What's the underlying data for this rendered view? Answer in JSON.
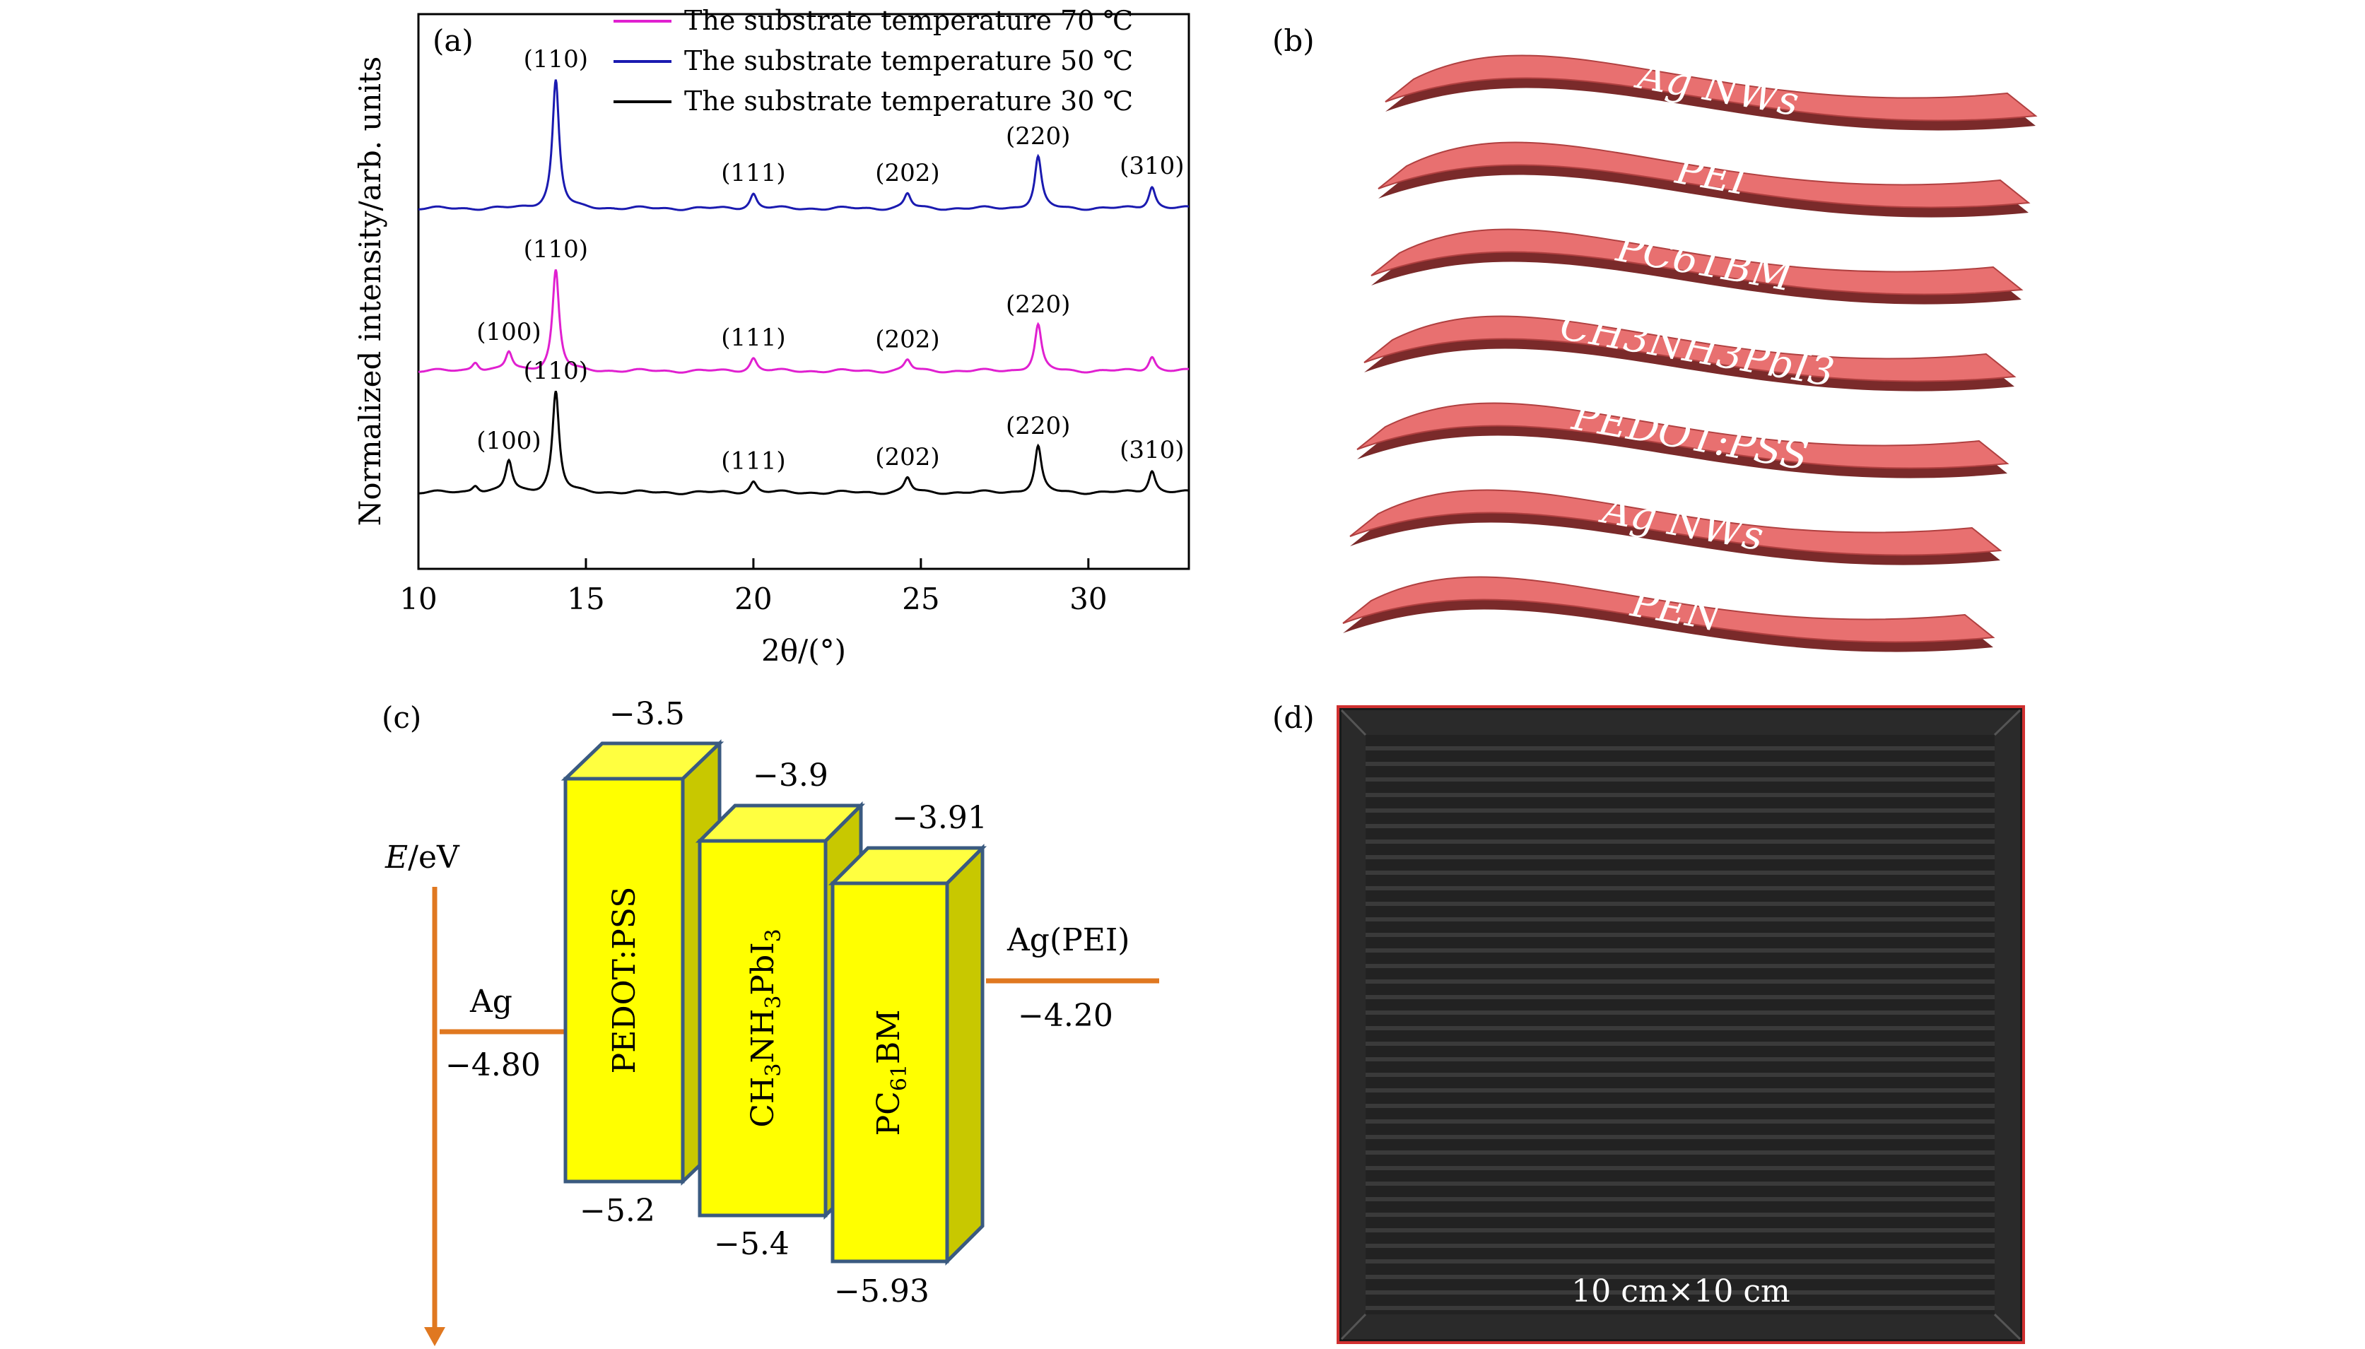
{
  "panel_a": {
    "label": "(a)",
    "ylabel": "Normalized intensity/arb. units",
    "xlabel": "2θ/(°)",
    "chart_data": {
      "type": "line",
      "xlim": [
        10,
        33
      ],
      "xticks": [
        "10",
        "15",
        "20",
        "25",
        "30"
      ],
      "legend_position": "top-right",
      "series": [
        {
          "name": "The substrate temperature 70 ℃",
          "color": "#e020d0",
          "peaks": [
            {
              "x": 11.7,
              "h": 0.05
            },
            {
              "x": 12.7,
              "h": 0.1,
              "label": "(100)"
            },
            {
              "x": 14.1,
              "h": 0.55,
              "label": "(110)"
            },
            {
              "x": 20.0,
              "h": 0.07,
              "label": "(111)"
            },
            {
              "x": 24.6,
              "h": 0.06,
              "label": "(202)"
            },
            {
              "x": 28.5,
              "h": 0.25,
              "label": "(220)"
            },
            {
              "x": 31.9,
              "h": 0.08
            }
          ]
        },
        {
          "name": "The substrate temperature 50 ℃",
          "color": "#1a1ab0",
          "peaks": [
            {
              "x": 14.1,
              "h": 0.7,
              "label": "(110)"
            },
            {
              "x": 20.0,
              "h": 0.08,
              "label": "(111)"
            },
            {
              "x": 24.6,
              "h": 0.08,
              "label": "(202)"
            },
            {
              "x": 28.5,
              "h": 0.28,
              "label": "(220)"
            },
            {
              "x": 31.9,
              "h": 0.12,
              "label": "(310)"
            }
          ]
        },
        {
          "name": "The substrate temperature 30 ℃",
          "color": "#000000",
          "peaks": [
            {
              "x": 11.7,
              "h": 0.04
            },
            {
              "x": 12.7,
              "h": 0.17,
              "label": "(100)"
            },
            {
              "x": 14.1,
              "h": 0.55,
              "label": "(110)"
            },
            {
              "x": 20.0,
              "h": 0.06,
              "label": "(111)"
            },
            {
              "x": 24.6,
              "h": 0.08,
              "label": "(202)"
            },
            {
              "x": 28.5,
              "h": 0.25,
              "label": "(220)"
            },
            {
              "x": 31.9,
              "h": 0.12,
              "label": "(310)"
            }
          ]
        }
      ]
    }
  },
  "panel_b": {
    "label": "(b)",
    "layers": [
      "Ag NWs",
      "PEI",
      "PC61BM",
      "CH3NH3PbI3",
      "PEDOT:PSS",
      "Ag NWs",
      "PEN"
    ],
    "color": "#e87070"
  },
  "panel_c": {
    "label": "(c)",
    "axis_label": "E/eV",
    "left_electrode": {
      "name": "Ag",
      "value": "−4.80"
    },
    "right_electrode": {
      "name": "Ag(PEI)",
      "value": "−4.20"
    },
    "blocks": [
      {
        "name": "PEDOT:PSS",
        "top": "−3.5",
        "bottom": "−5.2"
      },
      {
        "name": "CH3NH3PbI3",
        "top": "−3.9",
        "bottom": "−5.4"
      },
      {
        "name": "PC61BM",
        "top": "−3.91",
        "bottom": "−5.93"
      }
    ],
    "colors": {
      "block": "#ffff00",
      "side": "#c8c800",
      "arrow": "#e07820"
    }
  },
  "panel_d": {
    "label": "(d)",
    "caption": "10 cm×10 cm"
  }
}
